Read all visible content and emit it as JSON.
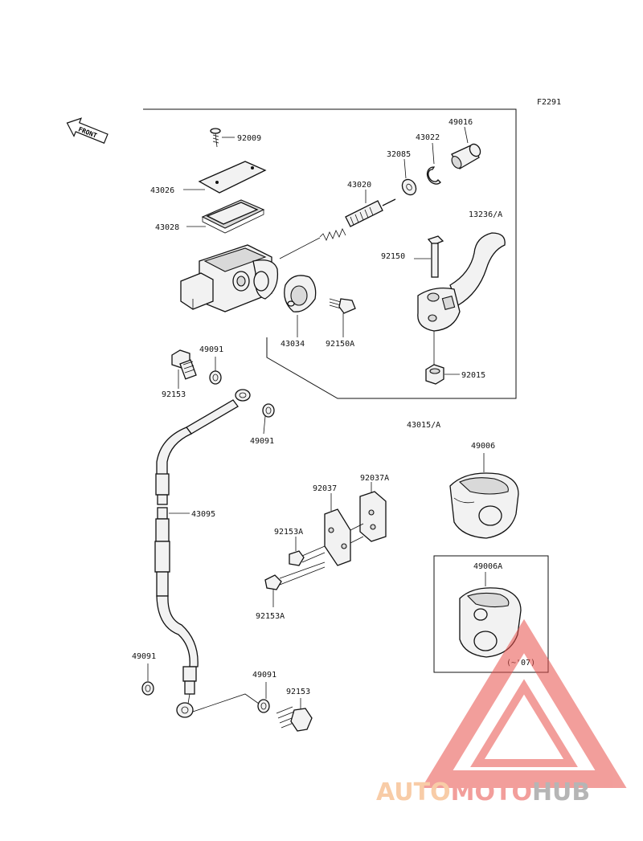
{
  "figure_code": "F2291",
  "front_label": "FRONT",
  "parts": {
    "p92009": "92009",
    "p43026": "43026",
    "p43028": "43028",
    "p43020": "43020",
    "p32085": "32085",
    "p43022": "43022",
    "p49016": "49016",
    "p13236A": "13236/A",
    "p92150": "92150",
    "p43034": "43034",
    "p92150A": "92150A",
    "p92015": "92015",
    "p49091_top": "49091",
    "p92153_top": "92153",
    "p49091_mid": "49091",
    "p43015A": "43015/A",
    "p49006": "49006",
    "p92037": "92037",
    "p92037A": "92037A",
    "p43095": "43095",
    "p92153A_1": "92153A",
    "p92153A_2": "92153A",
    "p49006A": "49006A",
    "note_07": "(~'07)",
    "p49091_left": "49091",
    "p49091_bot": "49091",
    "p92153_bot": "92153"
  },
  "watermark": {
    "part1": "AUTO",
    "part2": "MOTO",
    "part3": "HUB",
    "color_orange": "#f4a460",
    "color_red": "#e8504a",
    "color_gray": "#7a7a7a"
  }
}
